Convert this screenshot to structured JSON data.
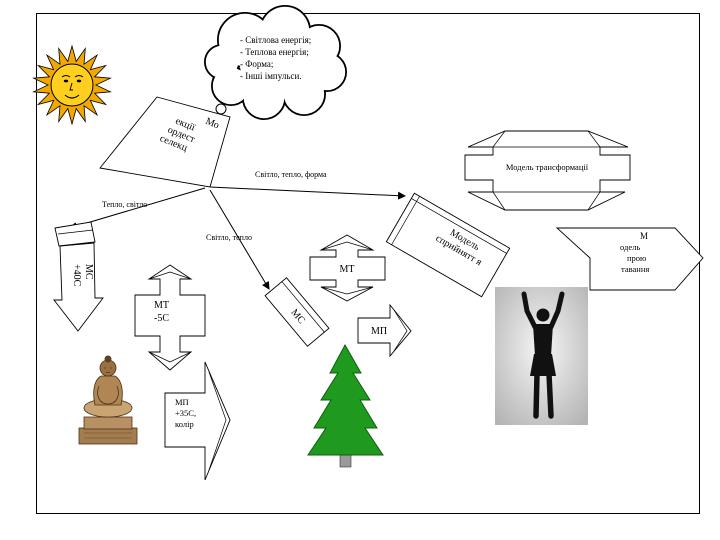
{
  "cloud": {
    "lines": [
      "- Світлова енергія;",
      "- Теплова енергія;",
      "- Форма;",
      "- Інші імпульси."
    ]
  },
  "selection_model": {
    "lines": [
      "Мо",
      "екції",
      "ордест",
      "селекц"
    ]
  },
  "transformation_model": {
    "label": "Модель трансформації"
  },
  "perception_model": {
    "lines": [
      "Модель",
      "сприйнятт я"
    ]
  },
  "right_model": {
    "lines": [
      "М",
      "одель",
      "прою",
      "тавання"
    ]
  },
  "flows": {
    "light_heat_form": "Світло, тепло, форма",
    "heat_light": "Тепло, світло",
    "light_heat": "Світло, тепло"
  },
  "boxes": {
    "ms_left": [
      "МС",
      "+40С"
    ],
    "mt_center": "МТ",
    "mt_cold": [
      "МТ",
      "-5С"
    ],
    "ms_center": "МС",
    "mp_right": "МП",
    "mp_warm": [
      "МП",
      "+35С,",
      "колір"
    ]
  },
  "images": {
    "sun": "sun-face-icon",
    "statue": "buddha-statue-icon",
    "tree": "fir-tree-icon",
    "photo": "person-silhouette-icon"
  },
  "colors": {
    "sun_rays": "#f2a800",
    "sun_face": "#ffcf1f",
    "tree": "#1f9a1f",
    "tree_trunk": "#9a9a9a",
    "figure": "#111111"
  }
}
